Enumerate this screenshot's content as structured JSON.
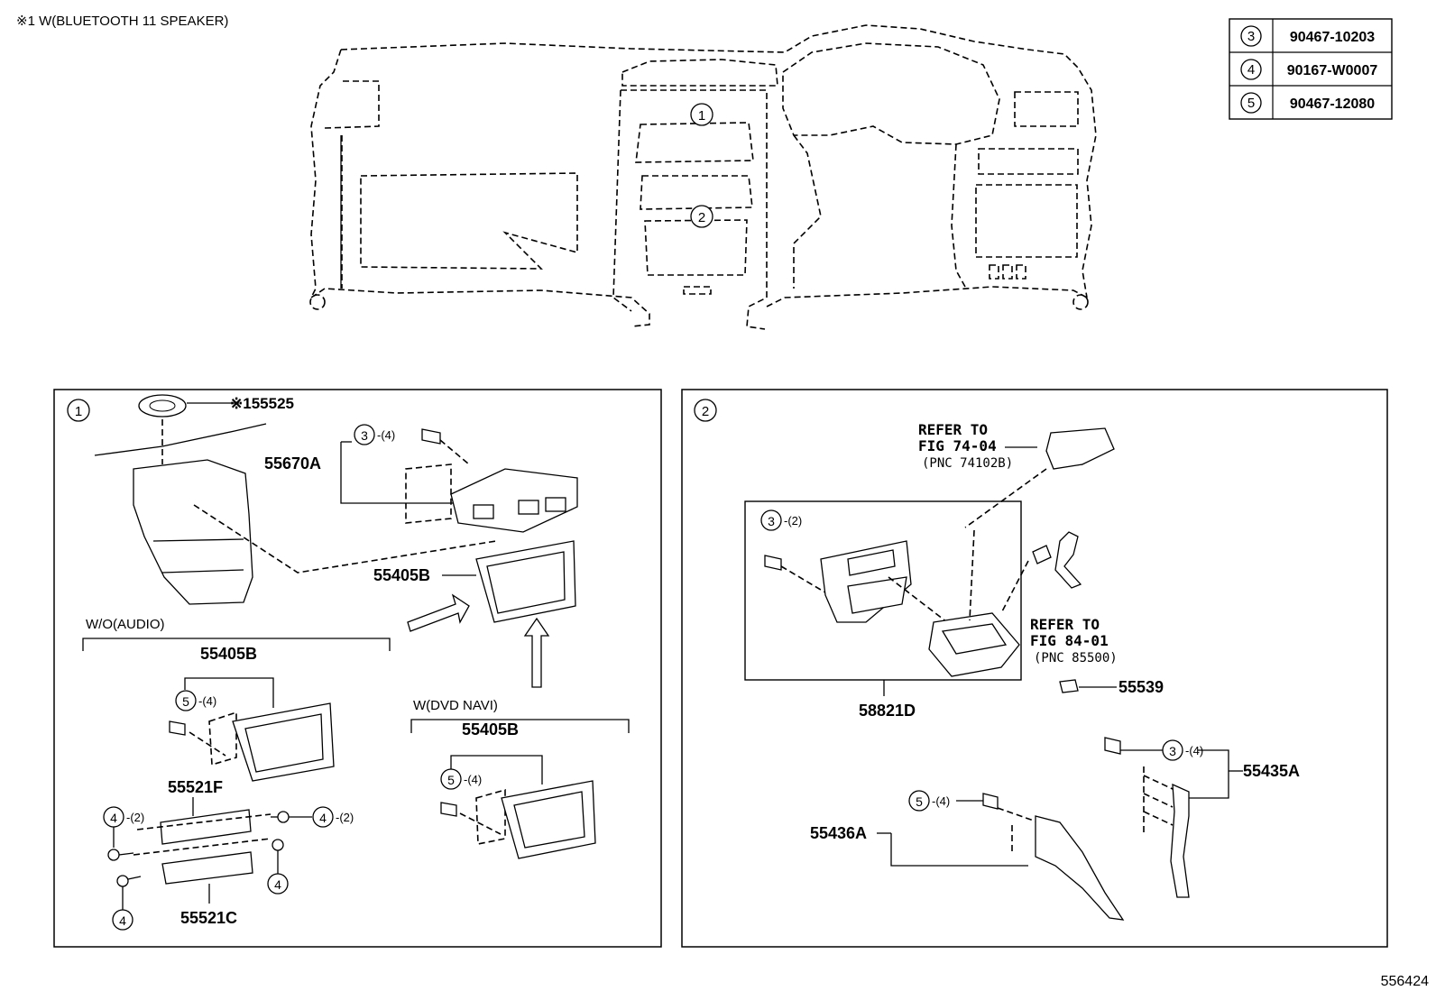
{
  "header": {
    "footnote": "※1 W(BLUETOOTH 11 SPEAKER)",
    "figure_number": "556424"
  },
  "legend": [
    {
      "ref": "3",
      "part": "90467-10203"
    },
    {
      "ref": "4",
      "part": "90167-W0007"
    },
    {
      "ref": "5",
      "part": "90467-12080"
    }
  ],
  "overview": {
    "callout_1": "1",
    "callout_2": "2"
  },
  "panel1": {
    "index": "1",
    "speaker_label": "※155525",
    "grille_label": "55670A",
    "screw_ref": "3",
    "screw_qty": "-(4)",
    "bezel_label": "55405B",
    "wo_audio": {
      "title": "W/O(AUDIO)",
      "bezel_label": "55405B",
      "screw_ref": "5",
      "screw_qty": "-(4)",
      "part_f": "55521F",
      "part_c": "55521C",
      "screw4_ref": "4",
      "screw4_qty": "-(2)"
    },
    "w_dvd": {
      "title": "W(DVD NAVI)",
      "bezel_label": "55405B",
      "screw_ref": "5",
      "screw_qty": "-(4)"
    }
  },
  "panel2": {
    "index": "2",
    "refer1_l1": "REFER TO",
    "refer1_l2": "FIG 74-04",
    "refer1_l3": "(PNC 74102B)",
    "refer2_l1": "REFER TO",
    "refer2_l2": "FIG 84-01",
    "refer2_l3": "(PNC 85500)",
    "screw_ref": "3",
    "screw_qty": "-(2)",
    "box_label": "58821D",
    "clip_label": "55539",
    "right_screw_ref": "3",
    "right_screw_qty": "-(4)",
    "right_label": "55435A",
    "left_screw_ref": "5",
    "left_screw_qty": "-(4)",
    "left_label": "55436A"
  }
}
